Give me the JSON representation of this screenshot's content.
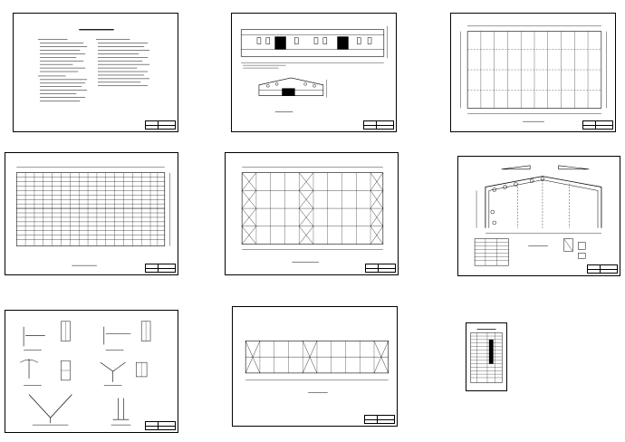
{
  "sheets": [
    {
      "id": "design-notes"
    },
    {
      "id": "elevations"
    },
    {
      "id": "column-plan"
    },
    {
      "id": "purlin-plan"
    },
    {
      "id": "roof-bracing-plan"
    },
    {
      "id": "frame-section"
    },
    {
      "id": "connection-details"
    },
    {
      "id": "wall-bracing-elevation"
    },
    {
      "id": "material-table"
    }
  ],
  "colors": {
    "line": "#000000",
    "paper": "#ffffff",
    "background": "#ffffff"
  }
}
